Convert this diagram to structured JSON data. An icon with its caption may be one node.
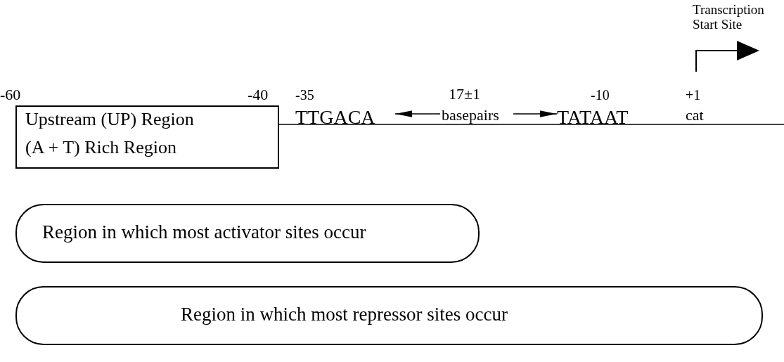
{
  "diagram": {
    "nodes": [
      {
        "text": [
          "Upstream (UP) Region",
          "(A + T)  Rich Region"
        ],
        "beside": [
          "-60",
          "-40"
        ]
      },
      {
        "text": [
          "TTGACA"
        ],
        "beside": [
          "-35"
        ]
      },
      {
        "text": [
          "17±1",
          "basepairs"
        ]
      },
      {
        "text": [
          "TATAAT"
        ],
        "beside": [
          "-10"
        ]
      },
      {
        "text": [
          "Region in which most activator sites occur"
        ]
      },
      {
        "text": [
          "Region in which most repressor sites occur"
        ]
      }
    ],
    "edges": [
      {
        "from": 2,
        "to": 1,
        "arrow": "to"
      },
      {
        "from": 2,
        "to": 3,
        "arrow": "to"
      },
      {
        "from": 0,
        "to": null,
        "arrow": "none"
      }
    ],
    "labels": [
      "Transcription Start Site",
      "+1",
      "cat"
    ]
  }
}
